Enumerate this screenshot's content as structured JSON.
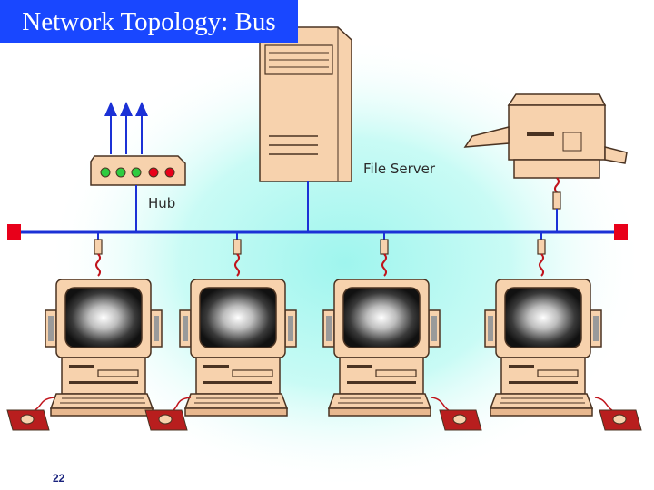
{
  "title": "Network Topology: Bus",
  "page_number": "22",
  "labels": {
    "file_server": "File Server",
    "hub": "Hub"
  },
  "colors": {
    "title_bg": "#1947ff",
    "bus_line": "#1b31d6",
    "terminator": "#e8001a",
    "device_body": "#f7d2ad",
    "device_outline": "#4a3322",
    "screen_glow": "#ffffff",
    "cable": "#c0141c",
    "mouse_pad": "#b81e1e",
    "background_glow": "#9ff5ee"
  },
  "diagram": {
    "devices": [
      "hub",
      "file-server",
      "printer",
      "workstation-1",
      "workstation-2",
      "workstation-3",
      "workstation-4"
    ],
    "hub_leds": [
      "#2ecc40",
      "#2ecc40",
      "#2ecc40",
      "#e8001a",
      "#e8001a"
    ]
  }
}
